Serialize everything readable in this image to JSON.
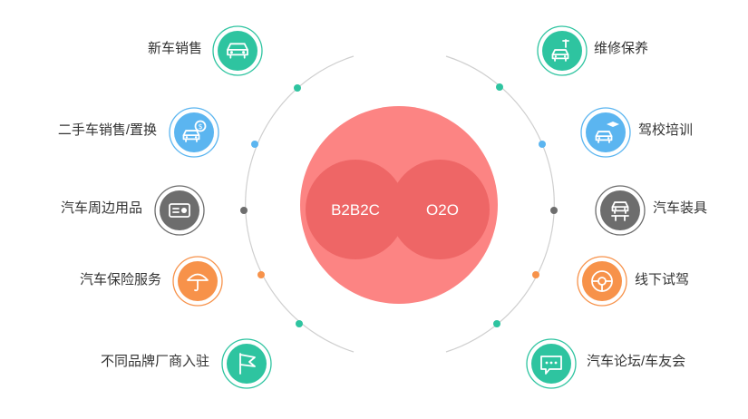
{
  "center": {
    "labels": [
      "B2B2C",
      "O2O"
    ],
    "outer_color": "#fc8483",
    "inner_color": "#ee6666"
  },
  "left_items": [
    {
      "label": "新车销售",
      "icon": "car-front-icon",
      "color": "#2ec4a0"
    },
    {
      "label": "二手车销售/置换",
      "icon": "car-dollar-icon",
      "color": "#5bb5f0"
    },
    {
      "label": "汽车周边用品",
      "icon": "car-accessory-icon",
      "color": "#6d6d6d"
    },
    {
      "label": "汽车保险服务",
      "icon": "umbrella-icon",
      "color": "#f7924a"
    },
    {
      "label": "不同品牌厂商入驻",
      "icon": "flag-icon",
      "color": "#2ec4a0"
    }
  ],
  "right_items": [
    {
      "label": "维修保养",
      "icon": "car-repair-icon",
      "color": "#2ec4a0"
    },
    {
      "label": "驾校培训",
      "icon": "car-graduation-icon",
      "color": "#5bb5f0"
    },
    {
      "label": "汽车装具",
      "icon": "car-lift-icon",
      "color": "#6d6d6d"
    },
    {
      "label": "线下试驾",
      "icon": "steering-wheel-icon",
      "color": "#f7924a"
    },
    {
      "label": "汽车论坛/车友会",
      "icon": "chat-bubble-icon",
      "color": "#2ec4a0"
    }
  ],
  "colors": {
    "ring": "#cfcfcf",
    "label_text": "#333333"
  }
}
